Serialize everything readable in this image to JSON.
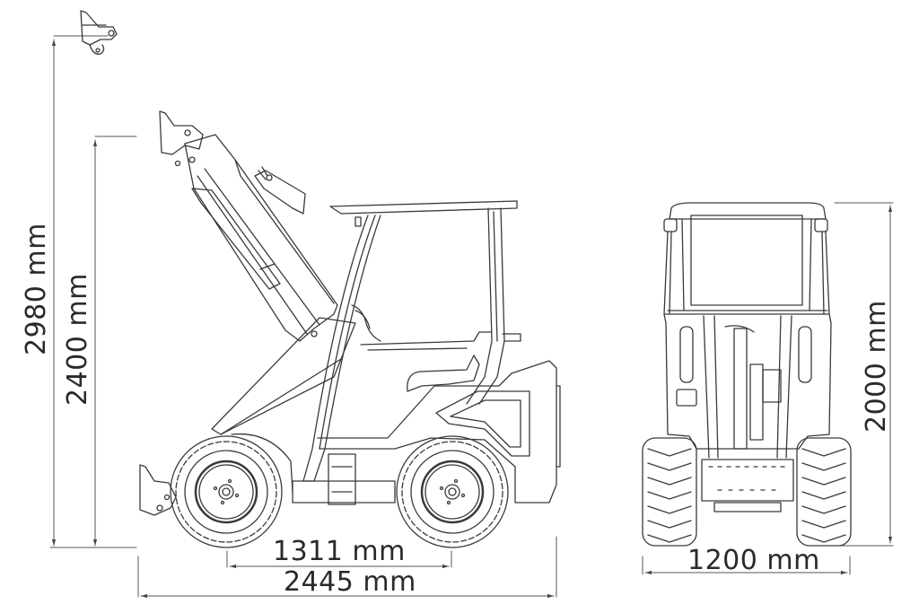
{
  "diagram": {
    "subject": "Compact articulated wheel loader with cab",
    "views": [
      {
        "name": "side-view",
        "description": "Side elevation with loader arm raised"
      },
      {
        "name": "front-view",
        "description": "Front elevation"
      }
    ],
    "dimensions": {
      "max_pivot_height": {
        "value": 2980,
        "unit": "mm",
        "label": "2980 mm"
      },
      "standard_pivot_height": {
        "value": 2400,
        "unit": "mm",
        "label": "2400 mm"
      },
      "wheelbase": {
        "value": 1311,
        "unit": "mm",
        "label": "1311 mm"
      },
      "overall_length": {
        "value": 2445,
        "unit": "mm",
        "label": "2445 mm"
      },
      "overall_width": {
        "value": 1200,
        "unit": "mm",
        "label": "1200 mm"
      },
      "overall_height": {
        "value": 2000,
        "unit": "mm",
        "label": "2000 mm"
      }
    },
    "colors": {
      "line": "#333333",
      "text": "#2a2a2a",
      "background": "#ffffff"
    }
  }
}
